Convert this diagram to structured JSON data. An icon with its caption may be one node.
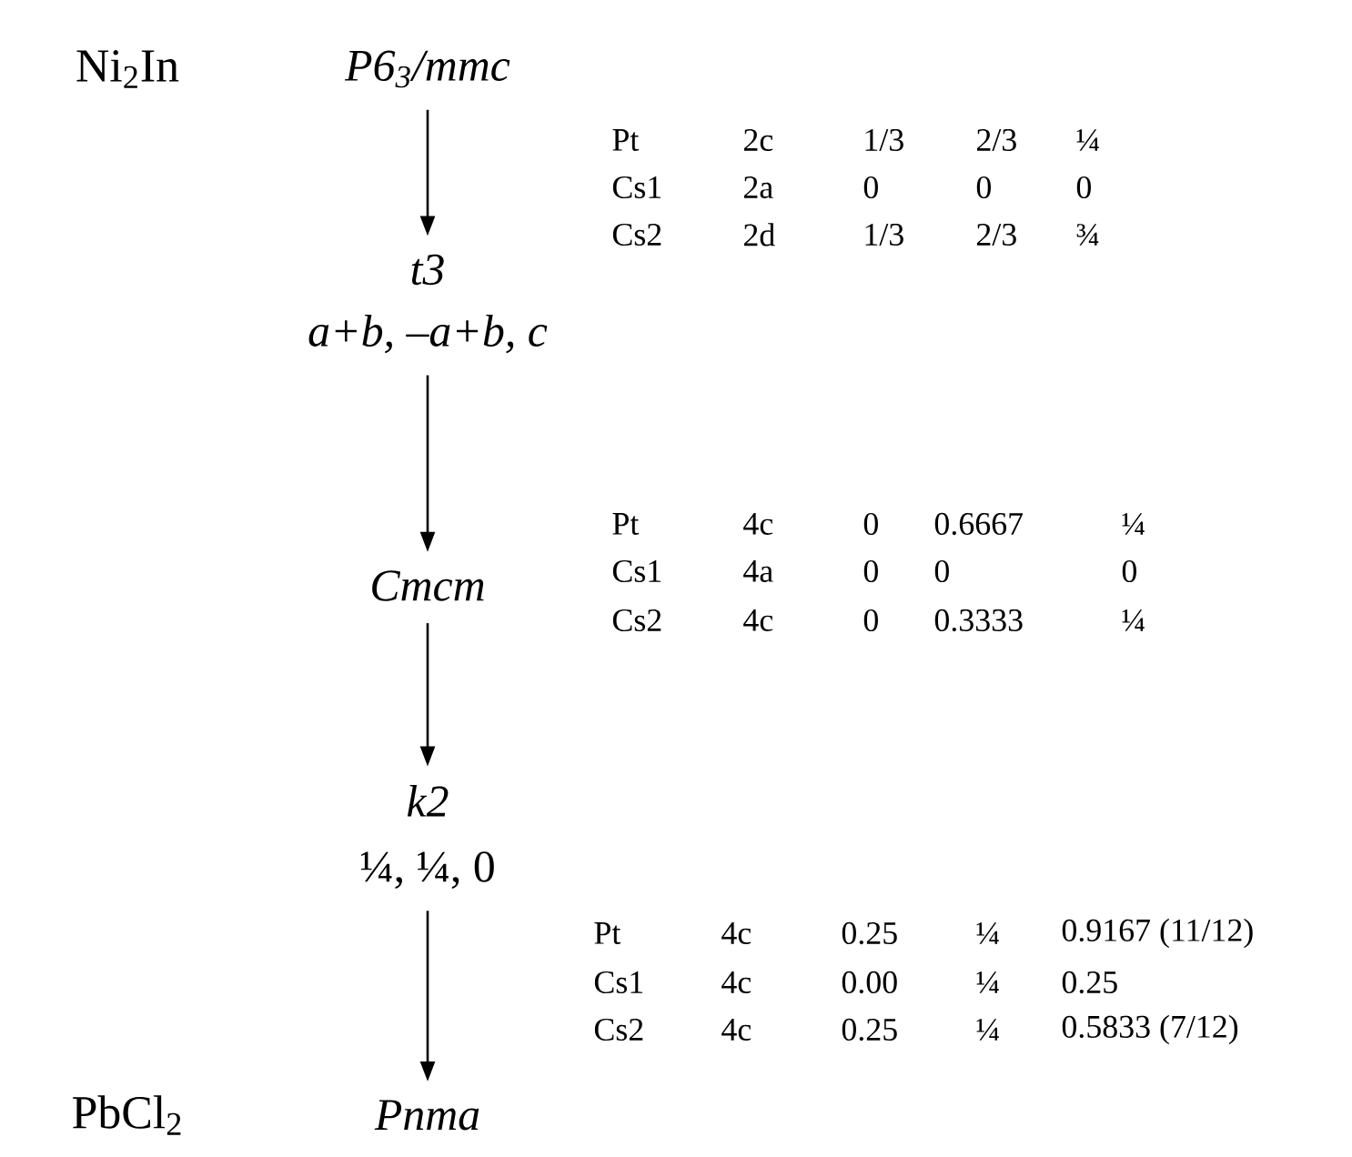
{
  "diagram": {
    "nodes": [
      {
        "text": [
          "P6$_{3}$/mmc"
        ]
      },
      {
        "text": [
          "t3",
          "a+b, –a+b, c"
        ]
      },
      {
        "text": [
          "Cmcm"
        ]
      },
      {
        "text": [
          "k2",
          "¼, ¼, 0"
        ]
      },
      {
        "text": [
          "Pnma"
        ]
      }
    ],
    "edges": [
      {
        "from": 0,
        "to": 1,
        "arrow": "to"
      },
      {
        "from": 1,
        "to": 2,
        "arrow": "to"
      },
      {
        "from": 2,
        "to": 3,
        "arrow": "to"
      },
      {
        "from": 3,
        "to": 4,
        "arrow": "to"
      }
    ],
    "labels": [
      "Ni$_{2}$In",
      "Pt",
      "2c",
      "1/3",
      "2/3",
      "¼",
      "Cs1",
      "2a",
      "0",
      "0",
      "0",
      "Cs2",
      "2d",
      "1/3",
      "2/3",
      "¾",
      "Pt",
      "4c",
      "0",
      "0.6667",
      "¼",
      "Cs1",
      "4a",
      "0",
      "0",
      "0",
      "Cs2",
      "4c",
      "0",
      "0.3333",
      "¼",
      "Pt",
      "4c",
      "0.25",
      "¼",
      "0.9167 (11/12)",
      "Cs1",
      "4c",
      "0.00",
      "¼",
      "0.25",
      "Cs2",
      "4c",
      "0.25",
      "¼",
      "0.5833 (7/12)",
      "PbCl$_{2}$"
    ]
  }
}
